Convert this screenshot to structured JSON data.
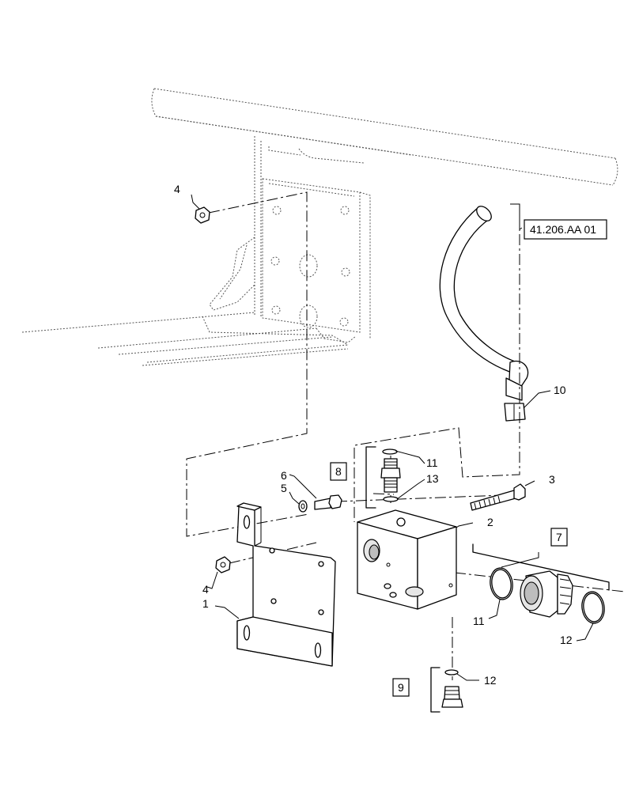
{
  "callouts": {
    "c1": "1",
    "c2": "2",
    "c3": "3",
    "c4a": "4",
    "c4b": "4",
    "c5": "5",
    "c6": "6",
    "c7": "7",
    "c8": "8",
    "c9": "9",
    "c10": "10",
    "c11a": "11",
    "c11b": "11",
    "c12a": "12",
    "c12b": "12",
    "c13": "13"
  },
  "reference": "41.206.AA 01"
}
